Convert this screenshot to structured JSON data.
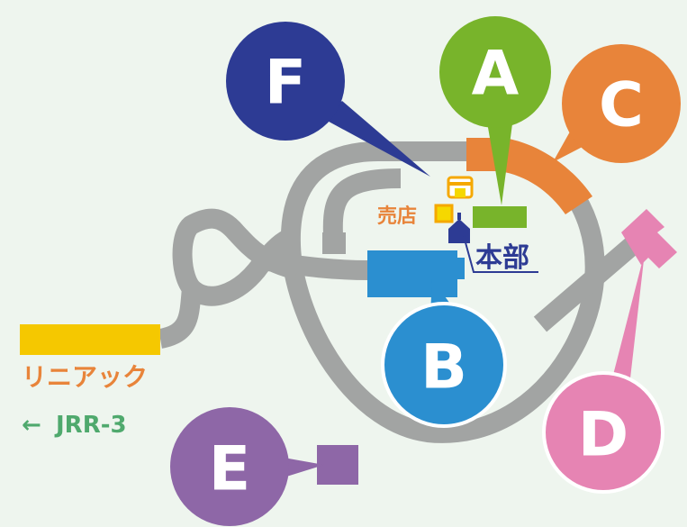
{
  "colors": {
    "background": "#eef5ee",
    "track": "#a2a4a3",
    "A": "#78b42b",
    "B": "#2b8fd0",
    "C": "#e8843a",
    "D": "#e684b3",
    "E": "#8e67a7",
    "F": "#2d3b94",
    "linac": "#f5c800",
    "shop": "#f5a800",
    "hq_text": "#2d3b94",
    "jrr": "#4fa96d"
  },
  "markers": {
    "A": "A",
    "B": "B",
    "C": "C",
    "D": "D",
    "E": "E",
    "F": "F"
  },
  "labels": {
    "shop": "売店",
    "hq": "本部",
    "linac": "リニアック",
    "jrr_arrow": "←",
    "jrr": "JRR-3"
  },
  "icons": {
    "shop": "shop-icon",
    "hq": "headquarters-icon"
  }
}
